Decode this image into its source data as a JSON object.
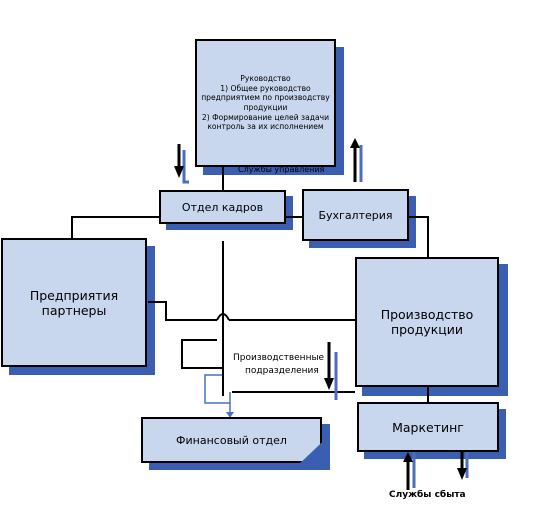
{
  "boxes": {
    "management": "Руководство\n1) Общее руководство предприятием по производству продукции\n2) Формирование целей задачи контроль за их исполнением",
    "hr": "Отдел кадров",
    "accounting": "Бухгалтерия",
    "partners": "Предприятия\nпартнеры",
    "production": "Производство\nпродукции",
    "marketing": "Маркетинг",
    "finance": "Финансовый отдел"
  },
  "labels": {
    "management_services": "Службы управления",
    "production_units_1": "Производственные",
    "production_units_2": "подразделения",
    "sales_services": "Службы сбыта"
  },
  "colors": {
    "box_fill": "#c8d6ee",
    "shadow": "#3a5fb0",
    "border": "#000000",
    "line_blue": "#4a6fc0"
  }
}
